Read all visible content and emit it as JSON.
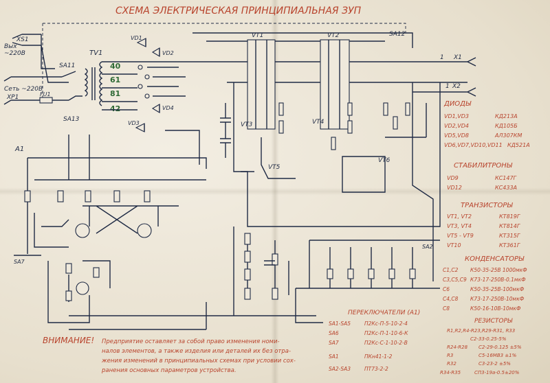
{
  "title": "СХЕМА ЭЛЕКТРИЧЕСКАЯ ПРИНЦИПИАЛЬНАЯ   ЗУП",
  "connectors": {
    "xs1_label": "XS1",
    "xs1_out": "Вых",
    "xs1_volts": "~220В",
    "mains": "Сеть ~220В",
    "xp1": "XP1",
    "x1": "X1",
    "x2": "X2",
    "x1_pin": "1",
    "x2_pin": "1"
  },
  "component_labels": {
    "tv1": "TV1",
    "vt1": "VT1",
    "vt2": "VT2",
    "vt3": "VT3",
    "vt4": "VT4",
    "vt5": "VT5",
    "vt6": "VT6",
    "vd1": "VD1",
    "vd2": "VD2",
    "vd3": "VD3",
    "vd4": "VD4",
    "sa12": "SA12",
    "sa11": "SA11",
    "sa13": "SA13",
    "sa2": "SA2",
    "sa7": "SA7",
    "a1": "A1",
    "fu1": "FU1",
    "tap40": "40",
    "tap61": "61",
    "tap81": "81",
    "tap42": "42"
  },
  "legend": {
    "diodes_title": "ДИОДЫ",
    "diodes": [
      {
        "ref": "VD1,VD3",
        "part": "КД213А"
      },
      {
        "ref": "VD2,VD4",
        "part": "КД105Б"
      },
      {
        "ref": "VD5,VD8",
        "part": "АЛ307КМ"
      },
      {
        "ref": "VD6,VD7,VD10,VD11",
        "part": "КД521А"
      }
    ],
    "stab_title": "СТАБИЛИТРОНЫ",
    "stab": [
      {
        "ref": "VD9",
        "part": "КС147Г"
      },
      {
        "ref": "VD12",
        "part": "КС433А"
      }
    ],
    "trans_title": "ТРАНЗИСТОРЫ",
    "trans": [
      {
        "ref": "VT1, VT2",
        "part": "КТ819Г"
      },
      {
        "ref": "VT3, VT4",
        "part": "КТ814Г"
      },
      {
        "ref": "VT5 - VT9",
        "part": "КТ315Г"
      },
      {
        "ref": "VT10",
        "part": "КТ361Г"
      }
    ],
    "caps_title": "КОНДЕНСАТОРЫ",
    "caps": [
      {
        "ref": "C1,C2",
        "part": "К50-35-25В 1000мкФ"
      },
      {
        "ref": "C3,C5,C9",
        "part": "К73-17-250В-0.1мкФ"
      },
      {
        "ref": "C6",
        "part": "К50-35-25В-100мкФ"
      },
      {
        "ref": "C4,C8",
        "part": "К73-17-250В-10мкФ"
      },
      {
        "ref": "C8",
        "part": "К50-16-10В-10мкФ"
      }
    ],
    "switches_title": "ПЕРЕКЛЮЧАТЕЛИ (А1)",
    "switches": [
      {
        "ref": "SA1-SA5",
        "part": "П2Кс-П-5-10-2-4"
      },
      {
        "ref": "SA6",
        "part": "П2Кс-П-1-10-6-К"
      },
      {
        "ref": "SA7",
        "part": "П2Кс-С-1-10-2-В"
      },
      {
        "ref": "SA1",
        "part": "ПКн41-1-2"
      },
      {
        "ref": "SA2-SA3",
        "part": "ПТ73-2-2"
      }
    ],
    "res_title": "РЕЗИСТОРЫ",
    "res": [
      {
        "ref": "R1,R2,R4-R23,R29-R31, R33",
        "part": ""
      },
      {
        "ref": "",
        "part": "С2-33-0.25-5%"
      },
      {
        "ref": "R24-R28",
        "part": "С2-29-0.125 ±5%"
      },
      {
        "ref": "R3",
        "part": "С5-16МВ3 ±1%"
      },
      {
        "ref": "R32",
        "part": "С3-23-2 ±5%"
      },
      {
        "ref": "R34-R35",
        "part": "СП3-19а-0.5±20%"
      }
    ]
  },
  "warning": {
    "lead": "ВНИМАНИЕ!",
    "line1": "Предприятие оставляет за собой право изменения номи-",
    "line2": "налов элементов, а также изделия или деталей их без отра-",
    "line3": "жения изменений в принципиальных схемах при условии сох-",
    "line4": "ранения основных параметров устройства."
  },
  "colors": {
    "ink_blue": "#1f2a44",
    "ink_red": "#b8432c",
    "ink_green": "#2f6a35",
    "paper": "#ece6d8"
  }
}
